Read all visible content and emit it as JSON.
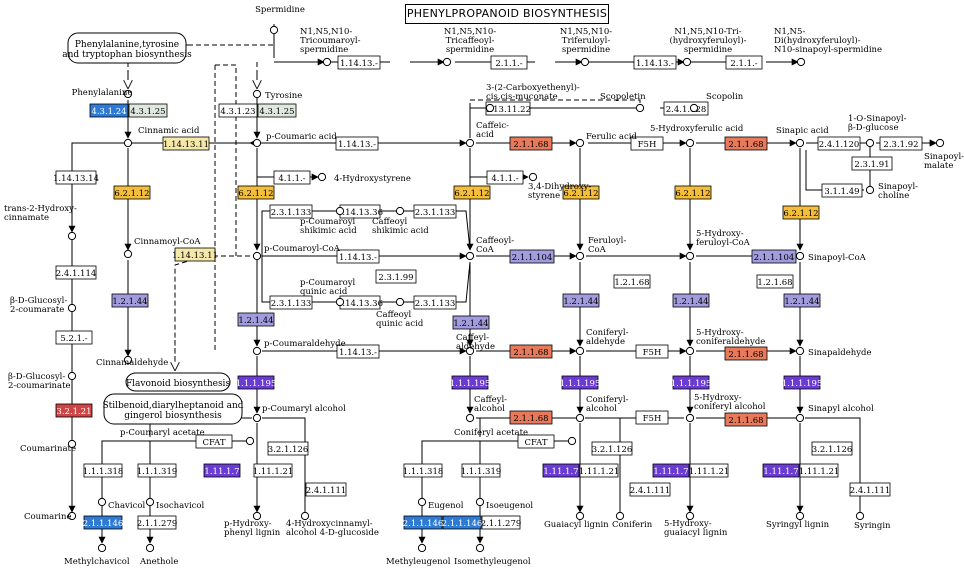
{
  "title": "PHENYLPROPANOID BIOSYNTHESIS",
  "colors": {
    "orange": "#e8795a",
    "gold": "#f4be3a",
    "lilac": "#a29bdd",
    "violet": "#6a3cd4",
    "blue": "#2e7bd6",
    "red": "#cf4444",
    "yellowpale": "#f6e8a8",
    "greypale": "#e1e8e1",
    "white": "#ffffff"
  },
  "pathways": {
    "phe_tyr_trp": [
      "Phenylalanine,tyrosine",
      "and tryptophan biosynthesis"
    ],
    "flavonoid": "Flavonoid biosynthesis",
    "stilbenoid": [
      "Stilbenoid,diarylheptanoid and",
      "gingerol biosynthesis"
    ]
  },
  "compounds": {
    "spermidine": "Spermidine",
    "tricoumaroyl": [
      "N1,N5,N10-",
      "Tricoumaroyl-",
      "spermidine"
    ],
    "tricaffeoyl": [
      "N1,N5,N10-",
      "Tricaffeoyl-",
      "spermidine"
    ],
    "triferuloyl": [
      "N1,N5,N10-",
      "Triferuloyl-",
      "spermidine"
    ],
    "trihydroxyferuloyl": [
      "N1,N5,N10-Tri-",
      "(hydroxyferuloyl)-",
      "spermidine"
    ],
    "disinapoyl": [
      "N1,N5-",
      "Di(hydroxyferuloyl)-",
      "N10-sinapoyl-spermidine"
    ],
    "phenylalanine": "Phenylalanine",
    "tyrosine": "Tyrosine",
    "cinnamic_acid": "Cinnamic acid",
    "p_coumaric_acid": "p-Coumaric acid",
    "caffeic_acid": [
      "Caffeic-",
      "acid"
    ],
    "carboxyethenyl": [
      "3-(2-Carboxyethenyl)-",
      "cis,cis-muconate"
    ],
    "scopoletin": "Scopoletin",
    "scopolin": "Scopolin",
    "ferulic_acid": "Ferulic acid",
    "hydroxyferulic_acid": "5-Hydroxyferulic acid",
    "sinapic_acid": "Sinapic acid",
    "sinapoyl_glucose": [
      "1-O-Sinapoyl-",
      "β-D-glucose"
    ],
    "sinapoyl_malate": [
      "Sinapoyl-",
      "malate"
    ],
    "sinapoyl_choline": [
      "Sinapoyl-",
      "choline"
    ],
    "hydroxystyrene": "4-Hydroxystyrene",
    "dihydroxystyrene": [
      "3,4-Dihydroxy-",
      "styrene"
    ],
    "trans_hydroxycinnamate": [
      "trans-2-Hydroxy-",
      "cinnamate"
    ],
    "cinnamoyl_coa": "Cinnamoyl-CoA",
    "p_coumaroyl_shikimic": [
      "p-Coumaroyl",
      "shikimic acid"
    ],
    "caffeoyl_shikimic": [
      "Caffeoyl",
      "shikimic acid"
    ],
    "p_coumaroyl_coa": "p-Coumaroyl-CoA",
    "caffeoyl_coa": [
      "Caffeoyl-",
      "CoA"
    ],
    "feruloyl_coa": [
      "Feruloyl-",
      "CoA"
    ],
    "hydroxyferuloyl_coa": [
      "5-Hydroxy-",
      "feruloyl-CoA"
    ],
    "sinapoyl_coa": "Sinapoyl-CoA",
    "glucosyl_coumarate": [
      "β-D-Glucosyl-",
      "2-coumarate"
    ],
    "p_coumaroyl_quinic": [
      "p-Coumaroyl",
      "quinic acid"
    ],
    "caffeoyl_quinic": [
      "Caffeoyl",
      "quinic acid"
    ],
    "glucosyl_coumarinate": [
      "β-D-Glucosyl-",
      "2-coumarinate"
    ],
    "cinnamaldehyde": "Cinnamaldehyde",
    "p_coumaraldehyde": "p-Coumaraldehyde",
    "caffeyl_aldehyde": [
      "Caffeyl-",
      "aldehyde"
    ],
    "coniferyl_aldehyde": [
      "Coniferyl-",
      "aldehyde"
    ],
    "hydroxyconiferaldehyde": [
      "5-Hydroxy-",
      "coniferaldehyde"
    ],
    "sinapaldehyde": "Sinapaldehyde",
    "p_coumaryl_alcohol": "p-Coumaryl alcohol",
    "caffeyl_alcohol": [
      "Caffeyl-",
      "alcohol"
    ],
    "coniferyl_alcohol": [
      "Coniferyl-",
      "alcohol"
    ],
    "hydroxyconiferyl_alcohol": [
      "5-Hydroxy-",
      "coniferyl alcohol"
    ],
    "sinapyl_alcohol": "Sinapyl alcohol",
    "coumarinate": "Coumarinate",
    "p_coumaryl_acetate": "p-Coumaryl acetate",
    "coniferyl_acetate": "Coniferyl acetate",
    "chavicol": "Chavicol",
    "isochavicol": "Isochavicol",
    "eugenol": "Eugenol",
    "isoeugenol": "Isoeugenol",
    "coumarine": "Coumarine",
    "hydroxyphenyl_lignin": [
      "p-Hydroxy-",
      "phenyl lignin"
    ],
    "hydroxycinnamyl_glucoside": [
      "4-Hydroxycinnamyl-",
      "alcohol 4-D-glucoside"
    ],
    "guaiacyl_lignin": "Guaiacyl lignin",
    "coniferin": "Coniferin",
    "hydroxyguaiacyl_lignin": [
      "5-Hydroxy-",
      "guaiacyl lignin"
    ],
    "syringyl_lignin": "Syringyl lignin",
    "syringin": "Syringin",
    "methylchavicol": "Methylchavicol",
    "anethole": "Anethole",
    "methyleugenol": "Methyleugenol",
    "isomethyleugenol": "Isomethyleugenol"
  },
  "enzymes": {
    "e_4_3_1_24": "4.3.1.24",
    "e_4_3_1_25": "4.3.1.25",
    "e_4_3_1_23": "4.3.1.23",
    "e_4_3_1_25b": "4.3.1.25",
    "e_1_14_13_cou_sp": "1.14.13.-",
    "e_2_1_1_sp1": "2.1.1.-",
    "e_1_14_13_sp2": "1.14.13.-",
    "e_2_1_1_sp2": "2.1.1.-",
    "e_1_14_13_cinn": "1.14.13.11",
    "e_1_14_13_pcou": "1.14.13.-",
    "e_1_13_11_22": "1.13.11.22",
    "e_2_4_1_128": "2.4.1.128",
    "e_2_1_1_68_caf": "2.1.1.68",
    "e_F5H_acid": "F5H",
    "e_2_1_1_68_hfa": "2.1.1.68",
    "e_2_4_1_120": "2.4.1.120",
    "e_2_3_1_92": "2.3.1.92",
    "e_2_3_1_91": "2.3.1.91",
    "e_3_1_1_49": "3.1.1.49",
    "e_4_1_1_hs": "4.1.1.-",
    "e_4_1_1_dhs": "4.1.1.-",
    "e_1_14_13_14": "1.14.13.14",
    "e_6_2_1_12_a": "6.2.1.12",
    "e_6_2_1_12_b": "6.2.1.12",
    "e_6_2_1_12_c": "6.2.1.12",
    "e_6_2_1_12_d": "6.2.1.12",
    "e_6_2_1_12_e": "6.2.1.12",
    "e_6_2_1_12_f": "6.2.1.12",
    "e_2_3_1_133_a": "2.3.1.133",
    "e_1_14_13_36_a": "1.14.13.36",
    "e_2_3_1_133_b": "2.3.1.133",
    "e_2_4_1_114": "2.4.1.114",
    "e_1_14_13_11_b": "1.14.13.11",
    "e_1_14_13_coa": "1.14.13.-",
    "e_2_1_1_104_a": "2.1.1.104",
    "e_2_1_1_104_b": "2.1.1.104",
    "e_2_3_1_99": "2.3.1.99",
    "e_1_2_1_68_a": "1.2.1.68",
    "e_1_2_1_68_b": "1.2.1.68",
    "e_1_2_1_44_a": "1.2.1.44",
    "e_1_2_1_44_b": "1.2.1.44",
    "e_1_2_1_44_c": "1.2.1.44",
    "e_1_2_1_44_d": "1.2.1.44",
    "e_1_2_1_44_e": "1.2.1.44",
    "e_1_2_1_44_f": "1.2.1.44",
    "e_2_3_1_133_c": "2.3.1.133",
    "e_1_14_13_36_b": "1.14.13.36",
    "e_2_3_1_133_d": "2.3.1.133",
    "e_5_2_1": "5.2.1.-",
    "e_1_14_13_ald": "1.14.13.-",
    "e_2_1_1_68_ald": "2.1.1.68",
    "e_F5H_ald": "F5H",
    "e_2_1_1_68_hca": "2.1.1.68",
    "e_1_1_1_195_a": "1.1.1.195",
    "e_1_1_1_195_b": "1.1.1.195",
    "e_1_1_1_195_c": "1.1.1.195",
    "e_1_1_1_195_d": "1.1.1.195",
    "e_1_1_1_195_e": "1.1.1.195",
    "e_3_2_1_21": "3.2.1.21",
    "e_2_1_1_68_alc": "2.1.1.68",
    "e_F5H_alc": "F5H",
    "e_2_1_1_68_hcalc": "2.1.1.68",
    "e_CFAT_a": "CFAT",
    "e_CFAT_b": "CFAT",
    "e_3_2_1_126_a": "3.2.1.126",
    "e_3_2_1_126_b": "3.2.1.126",
    "e_3_2_1_126_c": "3.2.1.126",
    "e_1_1_1_318_a": "1.1.1.318",
    "e_1_1_1_319_a": "1.1.1.319",
    "e_1_1_1_318_b": "1.1.1.318",
    "e_1_1_1_319_b": "1.1.1.319",
    "e_1_11_1_7_a": "1.11.1.7",
    "e_1_11_1_21_a": "1.11.1.21",
    "e_1_11_1_7_b": "1.11.1.7",
    "e_1_11_1_21_b": "1.11.1.21",
    "e_1_11_1_7_c": "1.11.1.7",
    "e_1_11_1_21_c": "1.11.1.21",
    "e_1_11_1_7_d": "1.11.1.7",
    "e_1_11_1_21_d": "1.11.1.21",
    "e_2_4_1_111_a": "2.4.1.111",
    "e_2_4_1_111_b": "2.4.1.111",
    "e_2_4_1_111_c": "2.4.1.111",
    "e_2_1_1_146_a": "2.1.1.146",
    "e_2_1_1_279_a": "2.1.1.279",
    "e_2_1_1_146_b": "2.1.1.146",
    "e_2_1_1_146_c": "2.1.1.146",
    "e_2_1_1_279_b": "2.1.1.279"
  }
}
